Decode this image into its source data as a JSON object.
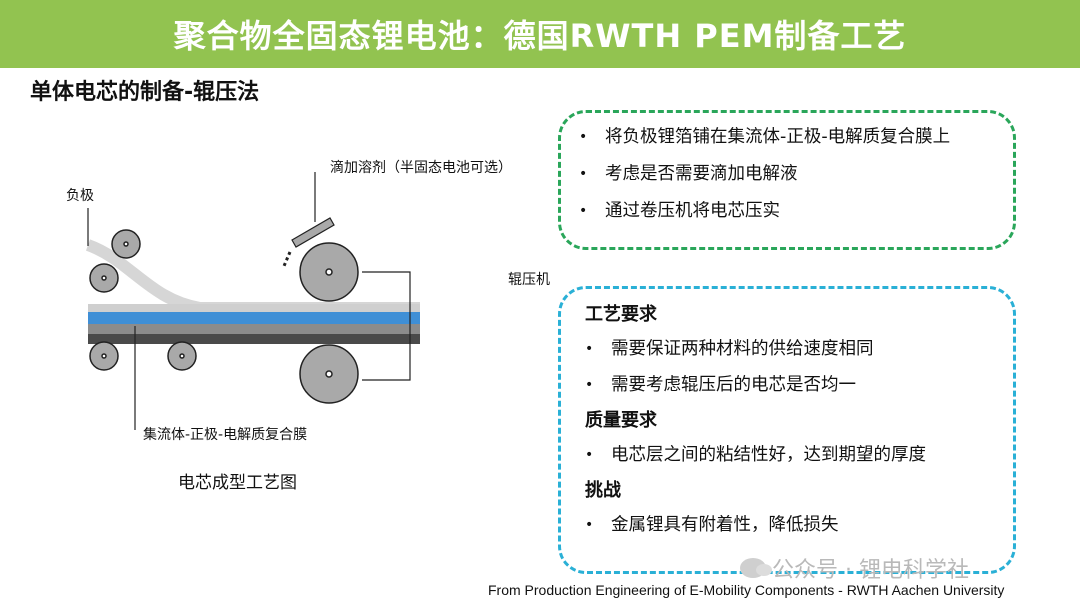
{
  "header": {
    "title": "聚合物全固态锂电池：德国RWTH PEM制备工艺"
  },
  "subtitle": "单体电芯的制备-辊压法",
  "diagram": {
    "label_anode": "负极",
    "label_solvent": "滴加溶剂（半固态电池可选）",
    "label_roller": "辊压机",
    "label_collector": "集流体-正极-电解质复合膜",
    "caption": "电芯成型工艺图"
  },
  "box1": {
    "items": [
      "将负极锂箔铺在集流体-正极-电解质复合膜上",
      "考虑是否需要滴加电解液",
      "通过卷压机将电芯压实"
    ]
  },
  "box2": {
    "sections": [
      {
        "heading": "工艺要求",
        "items": [
          "需要保证两种材料的供给速度相同",
          "需要考虑辊压后的电芯是否均一"
        ]
      },
      {
        "heading": "质量要求",
        "items": [
          "电芯层之间的粘结性好，达到期望的厚度"
        ]
      },
      {
        "heading": "挑战",
        "items": [
          "金属锂具有附着性，降低损失"
        ]
      }
    ]
  },
  "bullet_symbol": "•",
  "source": "From Production Engineering of E-Mobility Components - RWTH Aachen University",
  "watermark": "公众号 · 锂电科学社",
  "colors": {
    "banner": "#92c350",
    "box1_border": "#2aa65a",
    "box2_border": "#2ab0d6",
    "layer_blue": "#3f8fd6",
    "layer_gray": "#8c8c8c"
  }
}
